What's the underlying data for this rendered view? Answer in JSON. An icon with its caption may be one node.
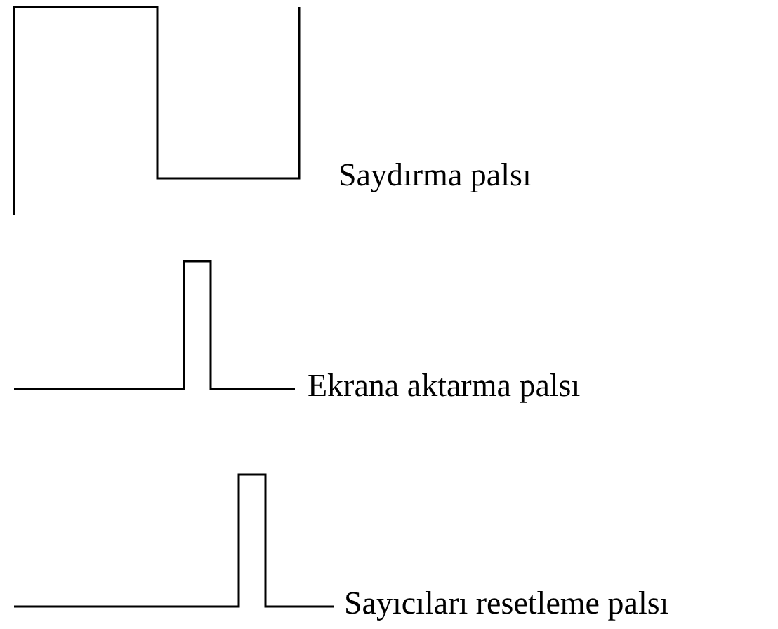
{
  "diagram": {
    "labels": [
      "Saydırma palsı",
      "Ekrana aktarma palsı",
      "Sayıcıları resetleme palsı"
    ]
  }
}
